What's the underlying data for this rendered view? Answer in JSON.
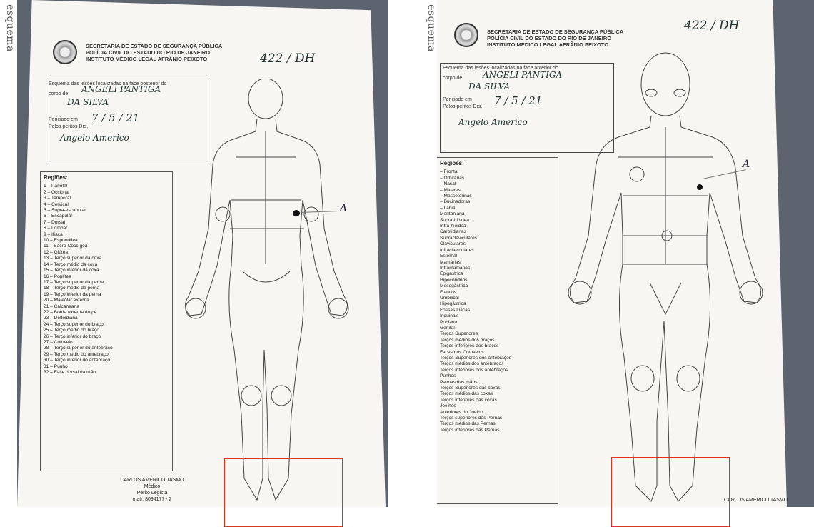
{
  "left_doc": {
    "side_label": "esquema",
    "header_lines": [
      "SECRETARIA DE ESTADO DE SEGURANÇA PÚBLICA",
      "POLÍCIA CIVIL DO ESTADO DO RIO DE JANEIRO",
      "INSTITUTO MÉDICO LEGAL AFRÂNIO PEIXOTO"
    ],
    "case_number": "422 / DH",
    "form_lines": [
      "Esquema das lesões localizadas na face posterior do",
      "corpo de",
      "Periciado em",
      "Pelos peritos Drs."
    ],
    "handwritten": [
      "ANGELI  PANTIGA",
      "DA  SILVA",
      "7  /  5  /  21",
      "Angelo Americo"
    ],
    "regions_title": "Regiões:",
    "regions": [
      "1 – Parietal",
      "2 – Occipital",
      "3 – Temporal",
      "4 – Cervical",
      "5 – Supra-escapular",
      "6 – Escapular",
      "7 – Dorsal",
      "8 – Lombar",
      "9 – Ilíaca",
      "10 – Espondílea",
      "11 – Sacro-Coccígea",
      "12 – Glútea",
      "13 – Terço superior da coxa",
      "14 – Terço médio da coxa",
      "15 – Terço inferior da coxa",
      "16 – Poplítea",
      "17 – Terço superior da perna",
      "18 – Terço médio da perna",
      "19 – Terço inferior da perna",
      "20 – Maleolar externa",
      "21 – Calcaneana",
      "22 – Borda externa do pé",
      "23 – Deltoidiana",
      "24 – Terço superior do braço",
      "25 – Terço médio do braço",
      "26 – Terço inferior do braço",
      "27 – Cotovelo",
      "28 – Terço superior do antebraço",
      "29 – Terço médio do antebraço",
      "30 – Terço inferior do antebraço",
      "31 – Punho",
      "32 – Face dorsal da mão"
    ],
    "marker_label": "A",
    "signer": [
      "CARLOS AMÉRICO TASMO",
      "Médico",
      "Perito Legista",
      "matr. 8094177 - 2"
    ]
  },
  "right_doc": {
    "side_label": "esquema",
    "header_lines": [
      "SECRETARIA DE ESTADO DE SEGURANÇA PÚBLICA",
      "POLÍCIA CIVIL DO ESTADO DO RIO DE JANEIRO",
      "INSTITUTO MÉDICO LEGAL AFRÂNIO PEIXOTO"
    ],
    "case_number": "422 / DH",
    "form_lines": [
      "Esquema das lesões localizadas na face anterior do",
      "corpo de",
      "Periciado em",
      "Pelos peritos Drs."
    ],
    "handwritten": [
      "ANGELI  PANTIGA",
      "DA  SILVA",
      "7  /  5  /  21",
      "Angelo Americo"
    ],
    "regions_title": "Regiões:",
    "regions": [
      "– Frontal",
      "– Orbitárias",
      "– Nasal",
      "– Malares",
      "– Masseterinas",
      "– Bucinadoras",
      "– Labial",
      "Mentoniana",
      "Supra-hióidea",
      "Infra-hióidea",
      "Carotidianas",
      "Supraclaviculares",
      "Claviculares",
      "Infraclaviculares",
      "Esternal",
      "Mamárias",
      "Inframamárias",
      "Epigástrica",
      "Hipocôndrios",
      "Mesogástrica",
      "Flancos",
      "Umbilical",
      "Hipogástrica",
      "Fossas Ilíacas",
      "Inguinais",
      "Pubiana",
      "Genital",
      "Terços Superiores",
      "Terços médios dos braços",
      "Terços inferiores dos braços",
      "Faces dos Cotovelos",
      "Terços Superiores dos antebraços",
      "Terços médios dos antebraços",
      "Terços inferiores dos antebraços",
      "Punhos",
      "Palmas das mãos",
      "Terços Superiores das coxas",
      "Terços médios das coxas",
      "Terços inferiores das coxas",
      "Joelhos",
      "Anteriores do Joelho",
      "Terços superiores das Pernas",
      "Terços médios das Pernas",
      "Terços inferiores das Pernas"
    ],
    "marker_label": "A",
    "signer": [
      "CARLOS AMÉRICO TASMO"
    ]
  }
}
